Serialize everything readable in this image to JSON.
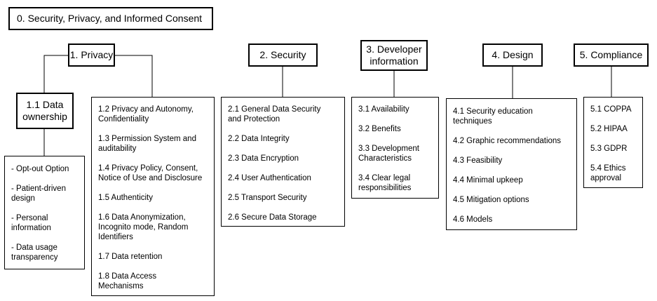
{
  "root": {
    "title": "0. Security, Privacy, and Informed Consent"
  },
  "categories": {
    "privacy": {
      "title": "1. Privacy"
    },
    "security": {
      "title": "2. Security"
    },
    "developer": {
      "title": "3. Developer\ninformation"
    },
    "design": {
      "title": "4. Design"
    },
    "compliance": {
      "title": "5. Compliance"
    }
  },
  "data_ownership": {
    "title": "1.1 Data\nownership",
    "items": [
      "- Opt-out Option",
      "- Patient-driven\ndesign",
      "- Personal\ninformation",
      "- Data usage\ntransparency"
    ]
  },
  "privacy_items": [
    "1.2 Privacy and Autonomy,\nConfidentiality",
    "1.3 Permission System and\nauditability",
    "1.4 Privacy Policy, Consent,\nNotice of Use and Disclosure",
    "1.5 Authenticity",
    "1.6 Data Anonymization,\nIncognito mode, Random\nIdentifiers",
    "1.7 Data retention",
    "1.8 Data Access\nMechanisms"
  ],
  "security_items": [
    "2.1 General Data Security\nand Protection",
    "2.2 Data Integrity",
    "2.3 Data Encryption",
    "2.4 User Authentication",
    "2.5 Transport Security",
    "2.6 Secure Data Storage"
  ],
  "developer_items": [
    "3.1 Availability",
    "3.2 Benefits",
    "3.3 Development\nCharacteristics",
    "3.4 Clear legal\nresponsibilities"
  ],
  "design_items": [
    "4.1 Security education\ntechniques",
    "4.2 Graphic recommendations",
    "4.3 Feasibility",
    "4.4 Minimal upkeep",
    "4.5 Mitigation options",
    "4.6 Models"
  ],
  "compliance_items": [
    "5.1 COPPA",
    "5.2 HIPAA",
    "5.3 GDPR",
    "5.4 Ethics\napproval"
  ]
}
